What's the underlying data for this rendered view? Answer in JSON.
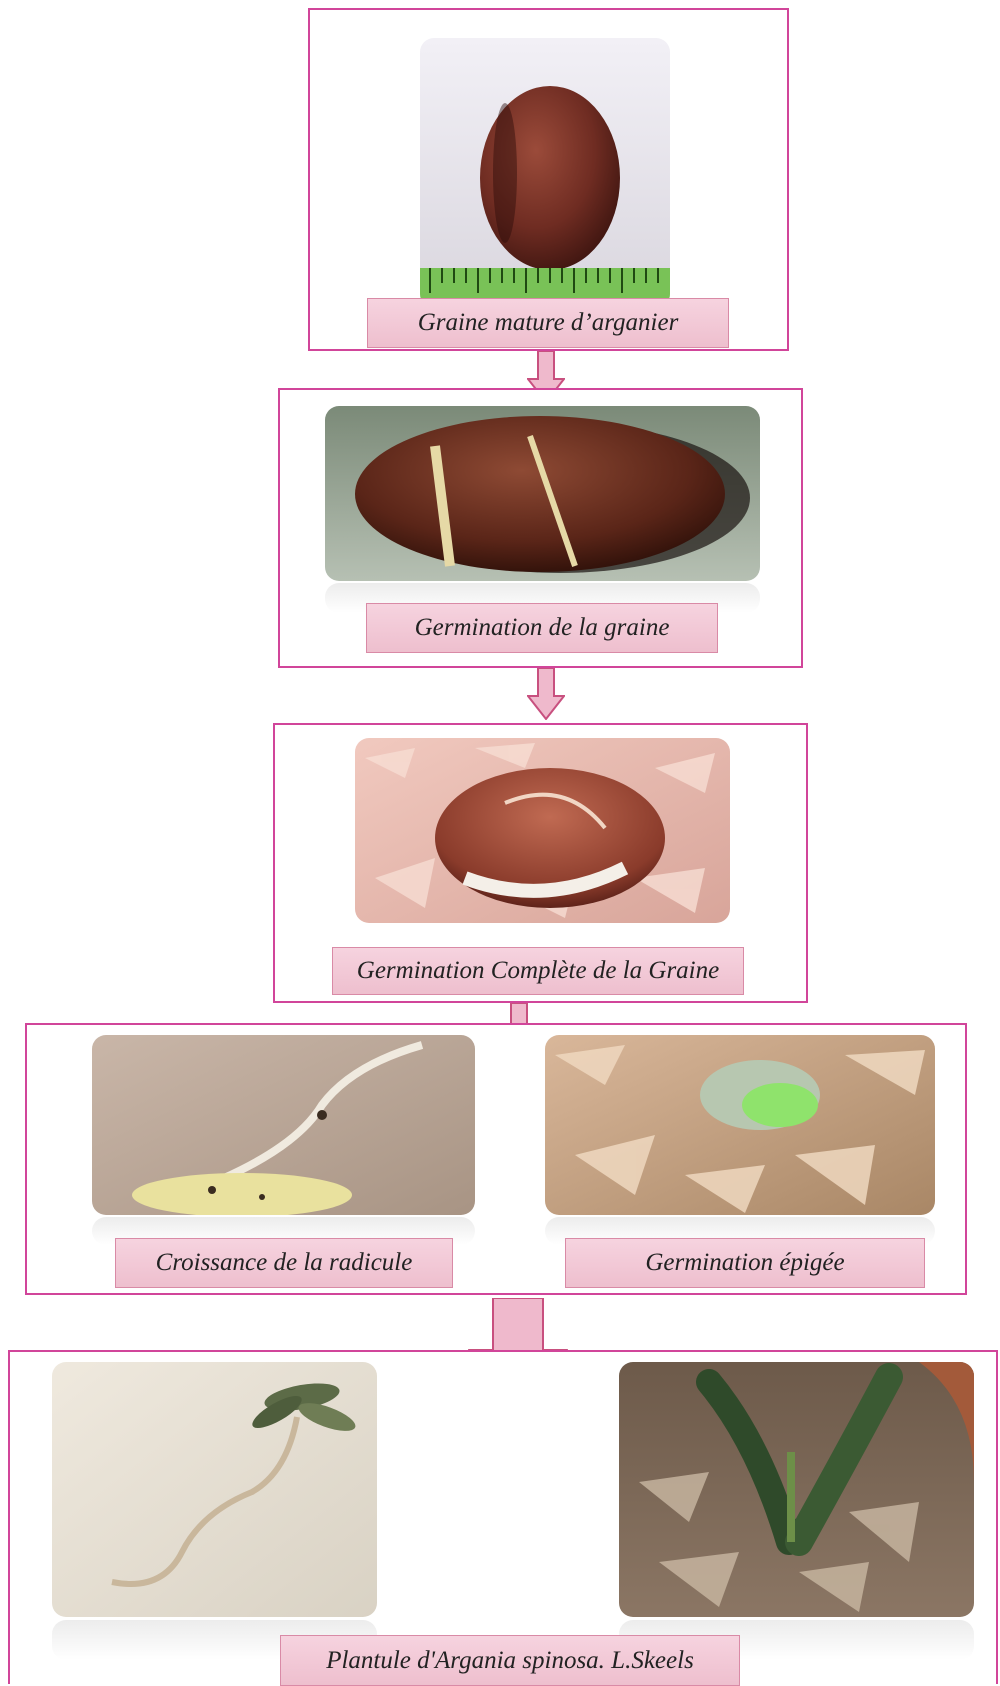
{
  "steps": [
    {
      "caption": "Graine  mature d’arganier"
    },
    {
      "caption": "Germination de la graine"
    },
    {
      "caption": "Germination Complète de la Graine"
    },
    {
      "captions": [
        "Croissance de la radicule",
        "Germination épigée"
      ]
    },
    {
      "caption": "Plantule d'Argania spinosa. L.Skeels"
    }
  ],
  "colors": {
    "frame": "#d1459a",
    "label_fill": "#f2c9d7",
    "arrow_fill": "#efb9cc",
    "arrow_stroke": "#c8507f"
  },
  "images": [
    {
      "id": "mature-seed-photo",
      "icon": "seed-on-ruler"
    },
    {
      "id": "germinating-seed-photo",
      "icon": "cracked-seed"
    },
    {
      "id": "complete-germination-photo",
      "icon": "seed-in-shavings"
    },
    {
      "id": "radicle-growth-photo",
      "icon": "radicle-root"
    },
    {
      "id": "epigeal-germination-photo",
      "icon": "green-cotyledon"
    },
    {
      "id": "seedling-root-photo",
      "icon": "seedling-with-root"
    },
    {
      "id": "seedling-pot-photo",
      "icon": "seedling-in-soil"
    }
  ]
}
